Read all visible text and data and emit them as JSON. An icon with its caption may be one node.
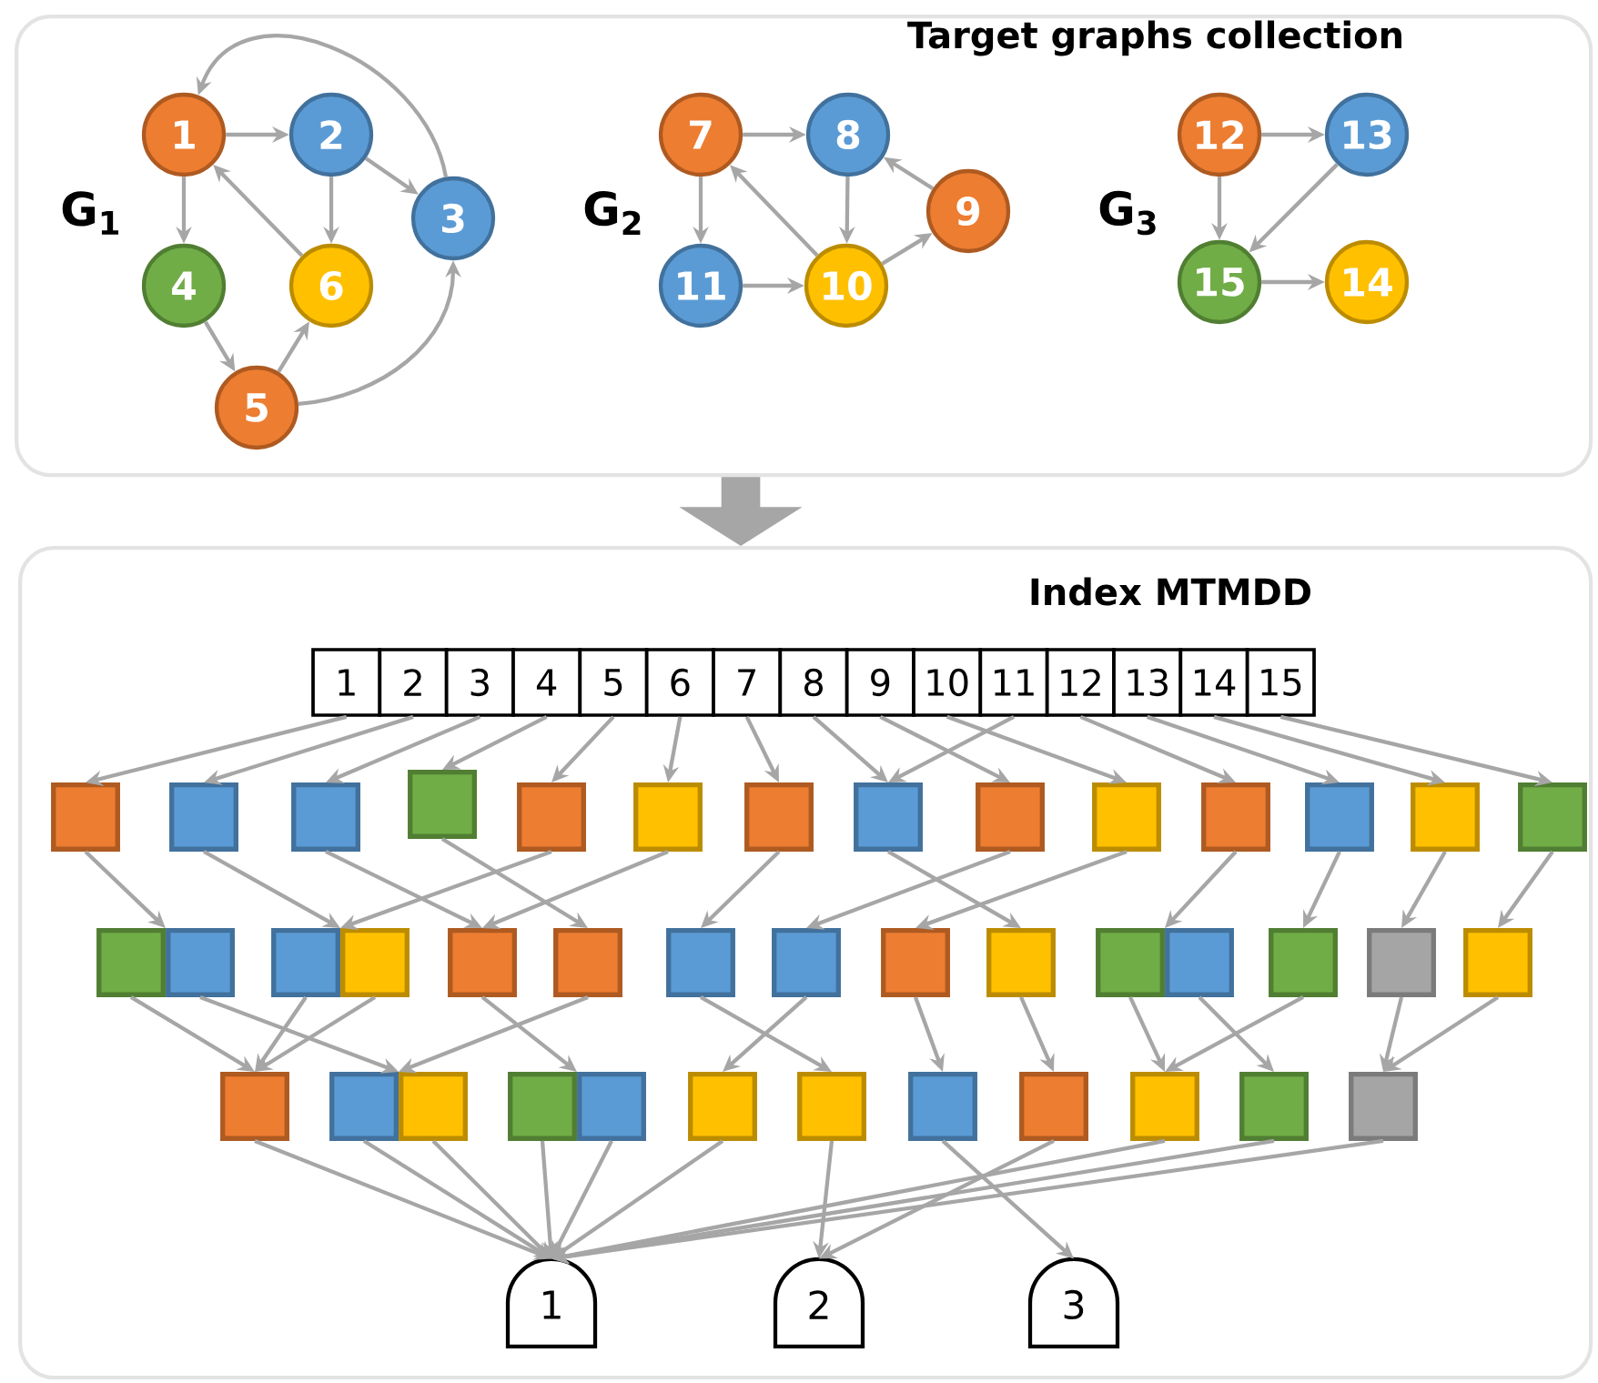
{
  "diagram": {
    "nodes": [
      {
        "text": [
          "Target graphs collection"
        ]
      },
      {
        "text": [
          "1"
        ],
        "in": 0
      },
      {
        "text": [
          "2"
        ],
        "in": 0
      },
      {
        "text": [
          "3"
        ],
        "in": 0
      },
      {
        "text": [
          "4"
        ],
        "in": 0
      },
      {
        "text": [
          "5"
        ],
        "in": 0
      },
      {
        "text": [
          "6"
        ],
        "in": 0
      },
      {
        "text": [
          "7"
        ],
        "in": 0
      },
      {
        "text": [
          "8"
        ],
        "in": 0
      },
      {
        "text": [
          "9"
        ],
        "in": 0
      },
      {
        "text": [
          "10"
        ],
        "in": 0
      },
      {
        "text": [
          "11"
        ],
        "in": 0
      },
      {
        "text": [
          "12"
        ],
        "in": 0
      },
      {
        "text": [
          "13"
        ],
        "in": 0
      },
      {
        "text": [
          "14"
        ],
        "in": 0
      },
      {
        "text": [
          "15"
        ],
        "in": 0
      },
      {
        "text": [
          "Index MTMDD"
        ]
      },
      {
        "text": [
          "1"
        ],
        "in": 16
      },
      {
        "text": [
          "2"
        ],
        "in": 16
      },
      {
        "text": [
          "3"
        ],
        "in": 16
      },
      {
        "text": [
          "4"
        ],
        "in": 16
      },
      {
        "text": [
          "5"
        ],
        "in": 16
      },
      {
        "text": [
          "6"
        ],
        "in": 16
      },
      {
        "text": [
          "7"
        ],
        "in": 16
      },
      {
        "text": [
          "8"
        ],
        "in": 16
      },
      {
        "text": [
          "9"
        ],
        "in": 16
      },
      {
        "text": [
          "10"
        ],
        "in": 16
      },
      {
        "text": [
          "11"
        ],
        "in": 16
      },
      {
        "text": [
          "12"
        ],
        "in": 16
      },
      {
        "text": [
          "13"
        ],
        "in": 16
      },
      {
        "text": [
          "14"
        ],
        "in": 16
      },
      {
        "text": [
          "15"
        ],
        "in": 16
      },
      {
        "text": [],
        "shape": "box",
        "in": 16
      },
      {
        "text": [],
        "shape": "box",
        "in": 16
      },
      {
        "text": [],
        "shape": "box",
        "in": 16
      },
      {
        "text": [],
        "shape": "box",
        "in": 16
      },
      {
        "text": [],
        "shape": "box",
        "in": 16
      },
      {
        "text": [],
        "shape": "box",
        "in": 16
      },
      {
        "text": [],
        "shape": "box",
        "in": 16
      },
      {
        "text": [],
        "shape": "box",
        "in": 16
      },
      {
        "text": [],
        "shape": "box",
        "in": 16
      },
      {
        "text": [],
        "shape": "box",
        "in": 16
      },
      {
        "text": [],
        "shape": "box",
        "in": 16
      },
      {
        "text": [],
        "shape": "box",
        "in": 16
      },
      {
        "text": [],
        "shape": "box",
        "in": 16
      },
      {
        "text": [],
        "shape": "box",
        "in": 16
      },
      {
        "text": [],
        "shape": "box",
        "in": 16
      },
      {
        "text": [],
        "shape": "box",
        "in": 16
      },
      {
        "text": [],
        "shape": "box",
        "in": 16
      },
      {
        "text": [],
        "shape": "box",
        "in": 16
      },
      {
        "text": [],
        "shape": "box",
        "in": 16
      },
      {
        "text": [],
        "shape": "box",
        "in": 16
      },
      {
        "text": [],
        "shape": "box",
        "in": 16
      },
      {
        "text": [],
        "shape": "box",
        "in": 16
      },
      {
        "text": [],
        "shape": "box",
        "in": 16
      },
      {
        "text": [],
        "shape": "box",
        "in": 16
      },
      {
        "text": [],
        "shape": "box",
        "in": 16
      },
      {
        "text": [],
        "shape": "box",
        "in": 16
      },
      {
        "text": [],
        "shape": "box",
        "in": 16
      },
      {
        "text": [],
        "shape": "box",
        "in": 16
      },
      {
        "text": [],
        "shape": "box",
        "in": 16
      },
      {
        "text": [],
        "shape": "box",
        "in": 16
      },
      {
        "text": [],
        "shape": "box",
        "in": 16
      },
      {
        "text": [],
        "shape": "box",
        "in": 16
      },
      {
        "text": [],
        "shape": "box",
        "in": 16
      },
      {
        "text": [],
        "shape": "box",
        "in": 16
      },
      {
        "text": [],
        "shape": "box",
        "in": 16
      },
      {
        "text": [],
        "shape": "box",
        "in": 16
      },
      {
        "text": [],
        "shape": "box",
        "in": 16
      },
      {
        "text": [],
        "shape": "box",
        "in": 16
      },
      {
        "text": [],
        "shape": "box",
        "in": 16
      },
      {
        "text": [],
        "shape": "box",
        "in": 16
      },
      {
        "text": [],
        "shape": "box",
        "in": 16
      },
      {
        "text": [
          "1"
        ],
        "in": 16
      },
      {
        "text": [
          "2"
        ],
        "in": 16
      },
      {
        "text": [
          "3"
        ],
        "in": 16
      }
    ],
    "edges": [
      {
        "from": 0,
        "to": 16,
        "arrow": "to",
        "style": "thick"
      },
      {
        "from": 1,
        "to": 2,
        "arrow": "to"
      },
      {
        "from": 1,
        "to": 4,
        "arrow": "to"
      },
      {
        "from": 2,
        "to": 3,
        "arrow": "to"
      },
      {
        "from": 2,
        "to": 6,
        "arrow": "to"
      },
      {
        "from": 3,
        "to": 1,
        "arrow": "to"
      },
      {
        "from": 6,
        "to": 1,
        "arrow": "to"
      },
      {
        "from": 4,
        "to": 5,
        "arrow": "to"
      },
      {
        "from": 5,
        "to": 6,
        "arrow": "to"
      },
      {
        "from": 5,
        "to": 3,
        "arrow": "to"
      },
      {
        "from": 7,
        "to": 8,
        "arrow": "to"
      },
      {
        "from": 7,
        "to": 11,
        "arrow": "to"
      },
      {
        "from": 8,
        "to": 10,
        "arrow": "to"
      },
      {
        "from": 9,
        "to": 8,
        "arrow": "to"
      },
      {
        "from": 10,
        "to": 7,
        "arrow": "to"
      },
      {
        "from": 10,
        "to": 9,
        "arrow": "to"
      },
      {
        "from": 11,
        "to": 10,
        "arrow": "to"
      },
      {
        "from": 12,
        "to": 13,
        "arrow": "to"
      },
      {
        "from": 12,
        "to": 15,
        "arrow": "to"
      },
      {
        "from": 13,
        "to": 15,
        "arrow": "to"
      },
      {
        "from": 15,
        "to": 14,
        "arrow": "to"
      },
      {
        "from": 17,
        "to": 32,
        "arrow": "to"
      },
      {
        "from": 18,
        "to": 33,
        "arrow": "to"
      },
      {
        "from": 19,
        "to": 34,
        "arrow": "to"
      },
      {
        "from": 20,
        "to": 35,
        "arrow": "to"
      },
      {
        "from": 21,
        "to": 36,
        "arrow": "to"
      },
      {
        "from": 22,
        "to": 37,
        "arrow": "to"
      },
      {
        "from": 23,
        "to": 38,
        "arrow": "to"
      },
      {
        "from": 24,
        "to": 39,
        "arrow": "to"
      },
      {
        "from": 25,
        "to": 40,
        "arrow": "to"
      },
      {
        "from": 26,
        "to": 41,
        "arrow": "to"
      },
      {
        "from": 27,
        "to": 39,
        "arrow": "to"
      },
      {
        "from": 28,
        "to": 42,
        "arrow": "to"
      },
      {
        "from": 29,
        "to": 43,
        "arrow": "to"
      },
      {
        "from": 30,
        "to": 44,
        "arrow": "to"
      },
      {
        "from": 31,
        "to": 45,
        "arrow": "to"
      },
      {
        "from": 32,
        "to": 46,
        "arrow": "to"
      },
      {
        "from": 33,
        "to": 48,
        "arrow": "to"
      },
      {
        "from": 34,
        "to": 50,
        "arrow": "to"
      },
      {
        "from": 35,
        "to": 51,
        "arrow": "to"
      },
      {
        "from": 36,
        "to": 48,
        "arrow": "to"
      },
      {
        "from": 37,
        "to": 50,
        "arrow": "to"
      },
      {
        "from": 38,
        "to": 52,
        "arrow": "to"
      },
      {
        "from": 39,
        "to": 55,
        "arrow": "to"
      },
      {
        "from": 40,
        "to": 53,
        "arrow": "to"
      },
      {
        "from": 41,
        "to": 54,
        "arrow": "to"
      },
      {
        "from": 42,
        "to": 56,
        "arrow": "to"
      },
      {
        "from": 43,
        "to": 58,
        "arrow": "to"
      },
      {
        "from": 44,
        "to": 59,
        "arrow": "to"
      },
      {
        "from": 45,
        "to": 60,
        "arrow": "to"
      },
      {
        "from": 46,
        "to": 61,
        "arrow": "to"
      },
      {
        "from": 47,
        "to": 62,
        "arrow": "to"
      },
      {
        "from": 48,
        "to": 61,
        "arrow": "to"
      },
      {
        "from": 49,
        "to": 61,
        "arrow": "to"
      },
      {
        "from": 50,
        "to": 64,
        "arrow": "to"
      },
      {
        "from": 51,
        "to": 62,
        "arrow": "to"
      },
      {
        "from": 52,
        "to": 67,
        "arrow": "to"
      },
      {
        "from": 53,
        "to": 66,
        "arrow": "to"
      },
      {
        "from": 54,
        "to": 68,
        "arrow": "to"
      },
      {
        "from": 55,
        "to": 69,
        "arrow": "to"
      },
      {
        "from": 56,
        "to": 70,
        "arrow": "to"
      },
      {
        "from": 57,
        "to": 71,
        "arrow": "to"
      },
      {
        "from": 58,
        "to": 70,
        "arrow": "to"
      },
      {
        "from": 59,
        "to": 72,
        "arrow": "to"
      },
      {
        "from": 60,
        "to": 72,
        "arrow": "to"
      },
      {
        "from": 61,
        "to": 73,
        "arrow": "to"
      },
      {
        "from": 62,
        "to": 73,
        "arrow": "to"
      },
      {
        "from": 63,
        "to": 73,
        "arrow": "to"
      },
      {
        "from": 64,
        "to": 73,
        "arrow": "to"
      },
      {
        "from": 65,
        "to": 73,
        "arrow": "to"
      },
      {
        "from": 66,
        "to": 73,
        "arrow": "to"
      },
      {
        "from": 67,
        "to": 74,
        "arrow": "to"
      },
      {
        "from": 68,
        "to": 75,
        "arrow": "to"
      },
      {
        "from": 69,
        "to": 74,
        "arrow": "to"
      },
      {
        "from": 70,
        "to": 73,
        "arrow": "to"
      },
      {
        "from": 71,
        "to": 73,
        "arrow": "to"
      },
      {
        "from": 72,
        "to": 73,
        "arrow": "to"
      }
    ],
    "labels": [
      "G$_{1}$",
      "G$_{2}$",
      "G$_{3}$"
    ]
  }
}
